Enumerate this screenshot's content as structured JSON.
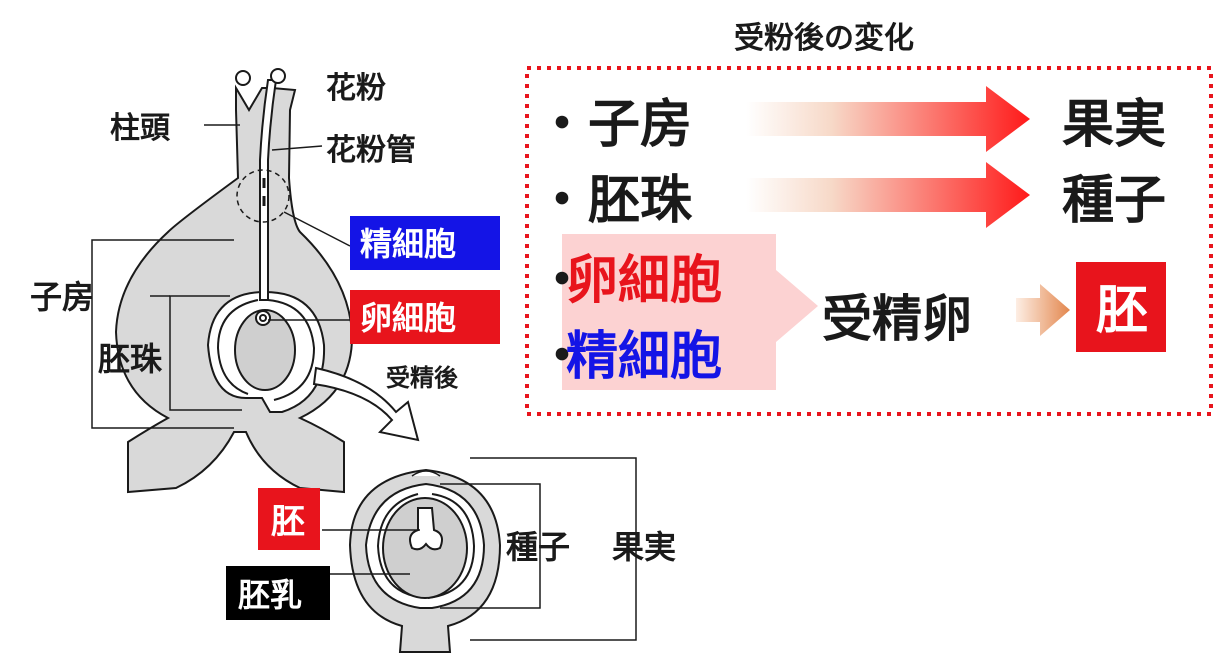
{
  "labels": {
    "kafun": "花粉",
    "chutou": "柱頭",
    "kafunkan": "花粉管",
    "seisaibou": "精細胞",
    "shibou": "子房",
    "ransaibou": "卵細胞",
    "haishu": "胚珠",
    "jusei_go": "受精後",
    "hai": "胚",
    "hainyuu": "胚乳",
    "shushi": "種子",
    "kajitsu": "果実"
  },
  "summary": {
    "title": "受粉後の変化",
    "row1_left": "・子房",
    "row1_right": "果実",
    "row2_left": "・胚珠",
    "row2_right": "種子",
    "bullet3": "・",
    "ran": "卵細胞",
    "bullet4": "・",
    "sei": "精細胞",
    "juseiran": "受精卵",
    "hai": "胚"
  },
  "colors": {
    "red": "#e8141c",
    "blue": "#1414e6",
    "pink": "#fcd2d2",
    "tissue": "#d9d9d9",
    "dashed_border": "#e8141c"
  }
}
